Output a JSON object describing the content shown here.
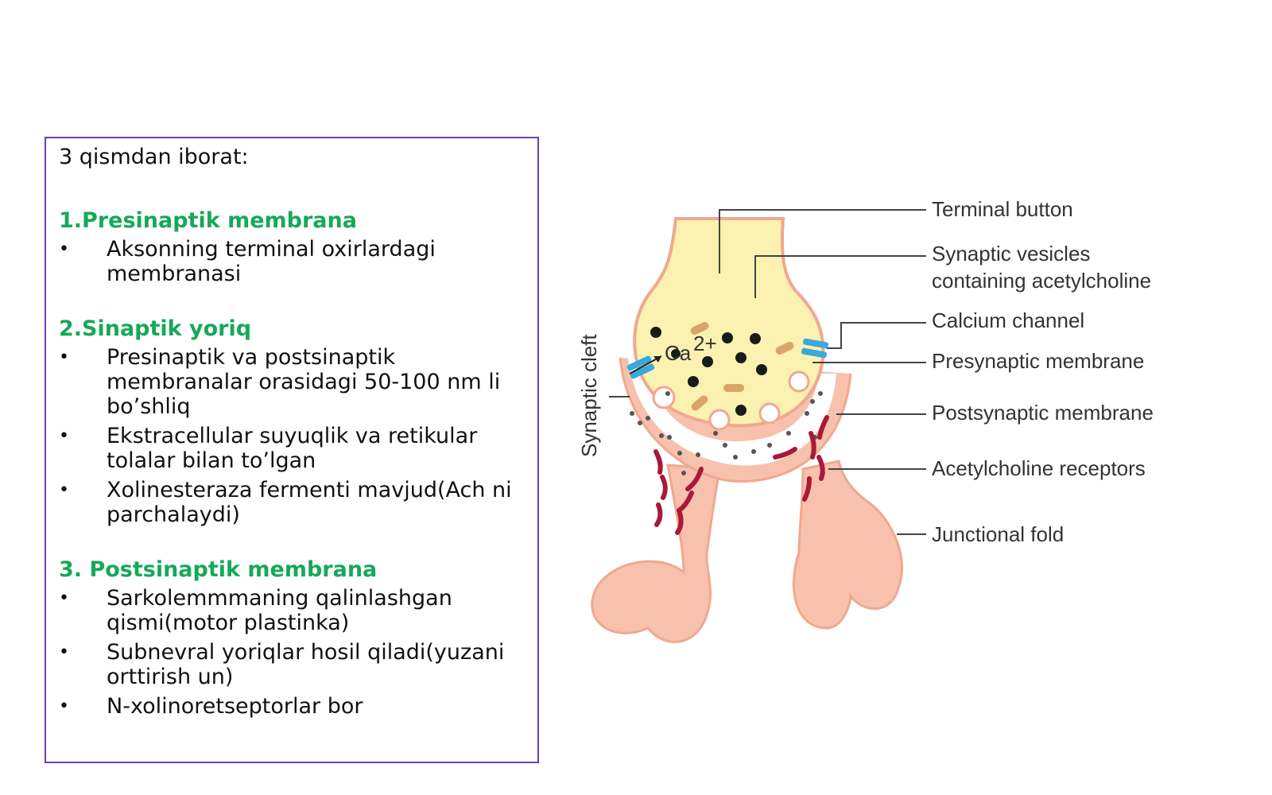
{
  "text_panel": {
    "intro": "3 qismdan iborat:",
    "sections": [
      {
        "title": "1.Presinaptik membrana",
        "bullets": [
          "Aksonning terminal oxirlardagi membranasi"
        ]
      },
      {
        "title": "2.Sinaptik yoriq",
        "bullets": [
          "Presinaptik va postsinaptik membranalar orasidagi 50-100 nm li bo’shliq",
          "Ekstracellular suyuqlik va retikular tolalar bilan to’lgan",
          "Xolinesteraza fermenti mavjud(Ach ni parchalaydi)"
        ]
      },
      {
        "title": "3. Postsinaptik membrana",
        "bullets": [
          "Sarkolemmmaning qalinlashgan qismi(motor plastinka)",
          "Subnevral yoriqlar hosil qiladi(yuzani orttirish un)",
          "N-xolinoretseptorlar bor"
        ]
      }
    ],
    "bullet_glyph": "•"
  },
  "diagram": {
    "labels": {
      "terminal_button": "Terminal button",
      "synaptic_vesicles_line1": "Synaptic vesicles",
      "synaptic_vesicles_line2": "containing acetylcholine",
      "calcium_channel": "Calcium channel",
      "presynaptic_membrane": "Presynaptic membrane",
      "postsynaptic_membrane": "Postsynaptic membrane",
      "acetylcholine_receptors": "Acetylcholine receptors",
      "junctional_fold": "Junctional fold",
      "synaptic_cleft": "Synaptic cleft",
      "calcium_ion": "Ca",
      "calcium_charge": "2+"
    },
    "colors": {
      "membrane": "#f0a890",
      "terminal_fill": "#fbf1b0",
      "muscle_fill": "#f7c1ad",
      "vesicle": "#1a1a1a",
      "mitochondria": "#d9a46a",
      "channel": "#3aa8d8",
      "receptor": "#a8193a",
      "cleft": "#ffffff"
    }
  }
}
